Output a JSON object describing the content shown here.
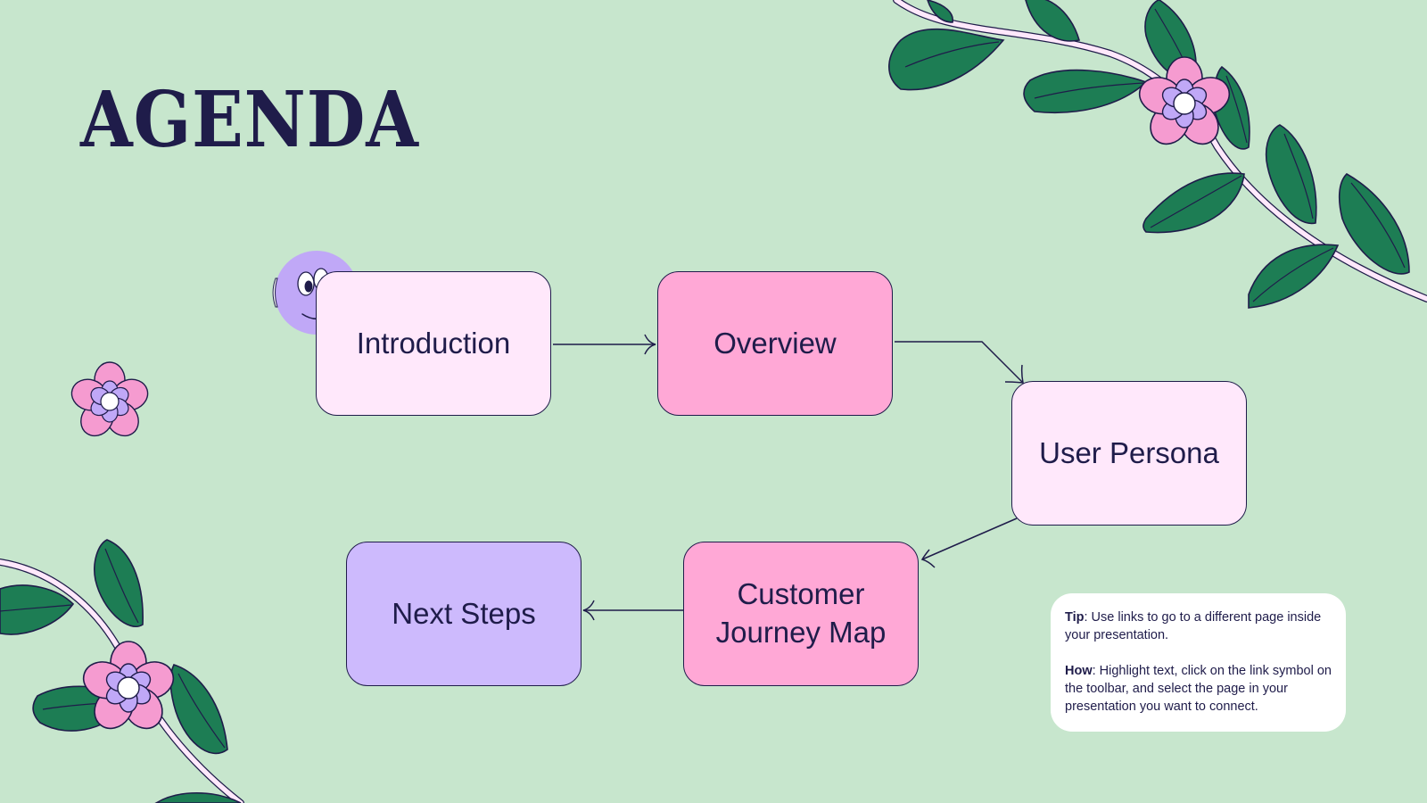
{
  "slide": {
    "title": "AGENDA"
  },
  "nodes": [
    {
      "id": "introduction",
      "label": "Introduction",
      "color": "#ffe8fb"
    },
    {
      "id": "overview",
      "label": "Overview",
      "color": "#ffa8d6"
    },
    {
      "id": "user-persona",
      "label": "User Persona",
      "color": "#ffe8fb"
    },
    {
      "id": "customer-journey-map",
      "label": "Customer\nJourney Map",
      "color": "#ffa8d6"
    },
    {
      "id": "next-steps",
      "label": "Next Steps",
      "color": "#cdbafd"
    }
  ],
  "edges": [
    {
      "from": "introduction",
      "to": "overview"
    },
    {
      "from": "overview",
      "to": "user-persona"
    },
    {
      "from": "user-persona",
      "to": "customer-journey-map"
    },
    {
      "from": "customer-journey-map",
      "to": "next-steps"
    }
  ],
  "tip": {
    "tip_label": "Tip",
    "tip_text": ": Use links to go to a different page inside your presentation.",
    "how_label": "How",
    "how_text": ": Highlight text, click on the link symbol on the toolbar, and select the page in your presentation you want to connect."
  },
  "colors": {
    "background": "#c7e6cd",
    "ink": "#1f1c4a",
    "leaf": "#1d7d54",
    "petal": "#f59bd0",
    "flower_center": "#c0a8f7",
    "stem": "#ffe8fb",
    "smiley": "#c0a8f7"
  },
  "icons": [
    "smiley-face-icon",
    "flower-icon",
    "leafy-vine-decoration"
  ]
}
